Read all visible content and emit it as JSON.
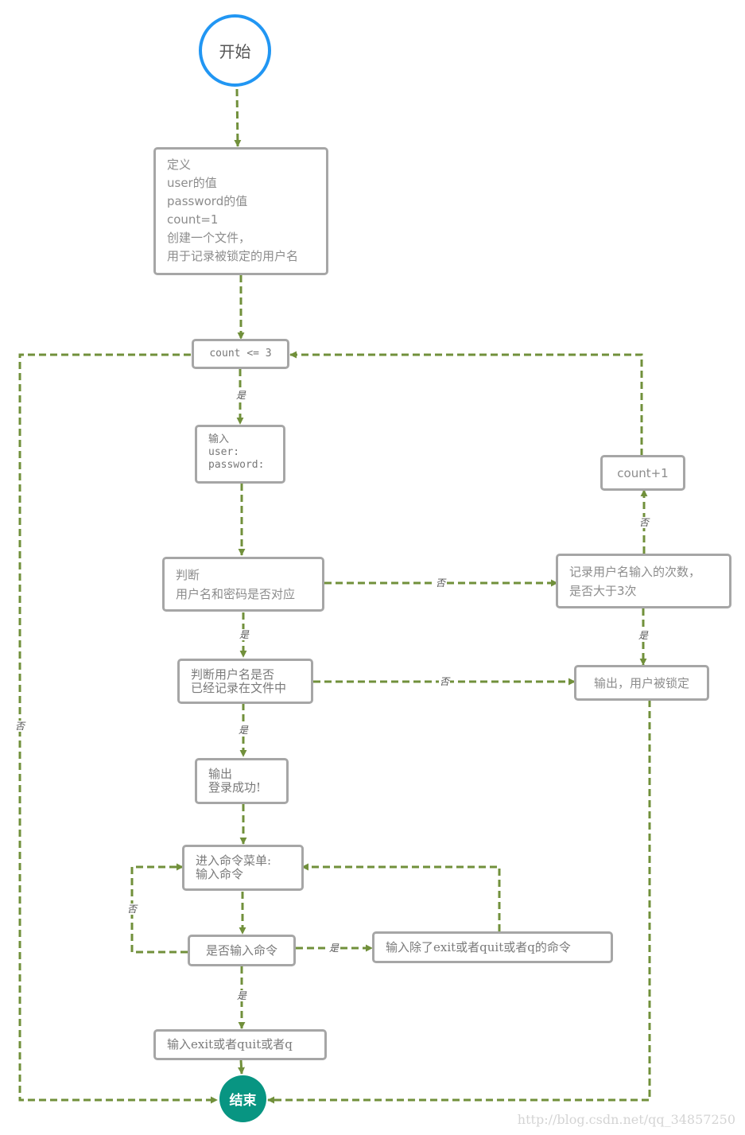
{
  "colors": {
    "edge": "#71903b",
    "node_border": "#a6a6a6",
    "start_ring": "#2196f3",
    "end_fill": "#089582"
  },
  "nodes": {
    "start": "开始",
    "define": "定义\nuser的值\npassword的值\ncount=1\n创建一个文件，\n用于记录被锁定的用户名",
    "count_check": "count  <= 3",
    "input_creds": "输入\nuser:\npassword:",
    "judge_match": "判断\n用户名和密码是否对应",
    "judge_locked": "判断用户名是否\n已经记录在文件中",
    "login_ok": "输出\n登录成功!",
    "cmd_menu": "进入命令菜单:\n输入命令",
    "cmd_entered": "是否输入命令",
    "input_other_cmd": "输入除了exit或者quit或者q的命令",
    "input_exit": "输入exit或者quit或者q",
    "end": "结束",
    "count_inc": "count+1",
    "record_attempts": "记录用户名输入的次数，\n是否大于3次",
    "output_locked": "输出，用户被锁定"
  },
  "edge_labels": {
    "yes_count": "是",
    "no_count": "否",
    "no_match": "否",
    "yes_match": "是",
    "no_over3": "否",
    "yes_over3": "是",
    "no_locked": "否",
    "yes_locked": "是",
    "no_cmd": "否",
    "yes_cmd_other": "是",
    "yes_cmd_exit": "是"
  },
  "watermark": "http://blog.csdn.net/qq_34857250"
}
